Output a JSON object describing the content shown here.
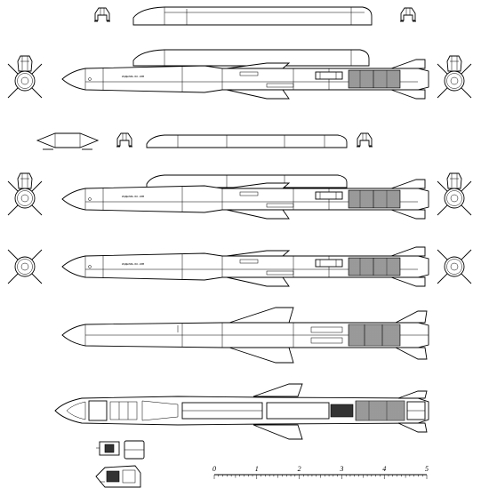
{
  "drawing": {
    "body_marking": "ИЗДЕЛИЕ-ОК-ЗОМ",
    "scale_bar": {
      "labels": [
        "0",
        "1",
        "2",
        "3",
        "4",
        "5"
      ]
    }
  },
  "views": [
    "pylon-side-view",
    "missile-with-pylon-side-view",
    "pylon-component-views",
    "missile-with-pylon-and-rails-side-view",
    "missile-plain-side-view",
    "missile-top-view",
    "missile-cutaway-side-view",
    "warhead-and-seeker-details"
  ]
}
